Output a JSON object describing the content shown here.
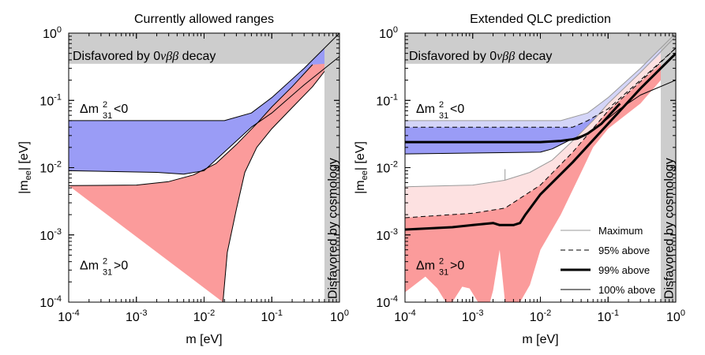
{
  "chart_data": [
    {
      "type": "area",
      "title": "Currently allowed ranges",
      "xlabel": "m [eV]",
      "ylabel_main": "|m",
      "ylabel_sub": "ee",
      "ylabel_tail": "| [eV]",
      "x_scale": "log",
      "y_scale": "log",
      "xlim": [
        0.0001,
        1
      ],
      "ylim": [
        0.0001,
        1
      ],
      "x_ticks": [
        {
          "value": 0.0001,
          "base": "10",
          "exp": "-4"
        },
        {
          "value": 0.001,
          "base": "10",
          "exp": "-3"
        },
        {
          "value": 0.01,
          "base": "10",
          "exp": "-2"
        },
        {
          "value": 0.1,
          "base": "10",
          "exp": "-1"
        },
        {
          "value": 1,
          "base": "10",
          "exp": "0"
        }
      ],
      "y_ticks": [
        {
          "value": 0.0001,
          "base": "10",
          "exp": "-4"
        },
        {
          "value": 0.001,
          "base": "10",
          "exp": "-3"
        },
        {
          "value": 0.01,
          "base": "10",
          "exp": "-2"
        },
        {
          "value": 0.1,
          "base": "10",
          "exp": "-1"
        },
        {
          "value": 1,
          "base": "10",
          "exp": "0"
        }
      ],
      "regions": [
        {
          "label": "inverted",
          "color": "#9a9cf6",
          "polygon": [
            [
              0.0001,
              0.05
            ],
            [
              0.02,
              0.05
            ],
            [
              0.05,
              0.065
            ],
            [
              0.1,
              0.11
            ],
            [
              0.3,
              0.3
            ],
            [
              0.6,
              0.6
            ],
            [
              0.6,
              0.35
            ],
            [
              0.3,
              0.17
            ],
            [
              0.1,
              0.065
            ],
            [
              0.05,
              0.04
            ],
            [
              0.01,
              0.009
            ],
            [
              0.005,
              0.008
            ],
            [
              0.002,
              0.0085
            ],
            [
              0.0001,
              0.009
            ]
          ]
        },
        {
          "label": "normal",
          "color": "#fb9b9b",
          "polygon": [
            [
              0.0001,
              0.0054
            ],
            [
              0.001,
              0.0055
            ],
            [
              0.003,
              0.0062
            ],
            [
              0.007,
              0.0078
            ],
            [
              0.015,
              0.0115
            ],
            [
              0.03,
              0.022
            ],
            [
              0.06,
              0.045
            ],
            [
              0.1,
              0.08
            ],
            [
              0.2,
              0.16
            ],
            [
              0.4,
              0.34
            ],
            [
              0.6,
              0.35
            ],
            [
              0.6,
              0.27
            ],
            [
              0.4,
              0.16
            ],
            [
              0.2,
              0.078
            ],
            [
              0.1,
              0.038
            ],
            [
              0.06,
              0.02
            ],
            [
              0.04,
              0.0085
            ],
            [
              0.03,
              0.0024
            ],
            [
              0.022,
              0.00055
            ],
            [
              0.019,
              0.0001
            ]
          ]
        }
      ],
      "curves": [
        {
          "points": [
            [
              0.0001,
              0.05
            ],
            [
              0.02,
              0.05
            ],
            [
              0.05,
              0.065
            ],
            [
              0.1,
              0.11
            ],
            [
              0.3,
              0.3
            ],
            [
              1,
              1
            ]
          ]
        },
        {
          "points": [
            [
              0.0001,
              0.009
            ],
            [
              0.002,
              0.0085
            ],
            [
              0.005,
              0.008
            ],
            [
              0.01,
              0.009
            ],
            [
              0.05,
              0.04
            ],
            [
              0.1,
              0.065
            ],
            [
              0.3,
              0.17
            ],
            [
              1,
              0.45
            ]
          ]
        },
        {
          "points": [
            [
              0.0001,
              0.0054
            ],
            [
              0.001,
              0.0055
            ],
            [
              0.003,
              0.0062
            ],
            [
              0.007,
              0.0078
            ],
            [
              0.015,
              0.0115
            ],
            [
              0.03,
              0.022
            ],
            [
              0.06,
              0.045
            ],
            [
              0.1,
              0.08
            ],
            [
              0.2,
              0.16
            ],
            [
              0.4,
              0.34
            ]
          ]
        },
        {
          "points": [
            [
              0.019,
              0.0001
            ],
            [
              0.022,
              0.00055
            ],
            [
              0.03,
              0.0024
            ],
            [
              0.04,
              0.0085
            ],
            [
              0.06,
              0.02
            ],
            [
              0.1,
              0.038
            ],
            [
              0.2,
              0.078
            ],
            [
              0.4,
              0.16
            ],
            [
              0.6,
              0.27
            ]
          ]
        }
      ],
      "disfavored_top": {
        "from_y": 0.35,
        "label_main": "Disfavored by 0",
        "label_greek": "νββ",
        "label_tail": " decay"
      },
      "disfavored_right": {
        "from_x": 0.6,
        "label": "Disfavored by cosmology"
      },
      "region_labels": [
        {
          "x": 0.00012,
          "y": 0.075,
          "main": "Δm",
          "sup": "2",
          "sub": "31",
          "rel": "<0"
        },
        {
          "x": 0.00012,
          "y": 0.00035,
          "main": "Δm",
          "sup": "2",
          "sub": "31",
          "rel": ">0"
        }
      ]
    },
    {
      "type": "area",
      "title": "Extended QLC prediction",
      "xlabel": "m [eV]",
      "ylabel_main": "|m",
      "ylabel_sub": "ee",
      "ylabel_tail": "| [eV]",
      "x_scale": "log",
      "y_scale": "log",
      "xlim": [
        0.0001,
        1
      ],
      "ylim": [
        0.0001,
        1
      ],
      "x_ticks": [
        {
          "value": 0.0001,
          "base": "10",
          "exp": "-4"
        },
        {
          "value": 0.001,
          "base": "10",
          "exp": "-3"
        },
        {
          "value": 0.01,
          "base": "10",
          "exp": "-2"
        },
        {
          "value": 0.1,
          "base": "10",
          "exp": "-1"
        },
        {
          "value": 1,
          "base": "10",
          "exp": "0"
        }
      ],
      "y_ticks": [
        {
          "value": 0.0001,
          "base": "10",
          "exp": "-4"
        },
        {
          "value": 0.001,
          "base": "10",
          "exp": "-3"
        },
        {
          "value": 0.01,
          "base": "10",
          "exp": "-2"
        },
        {
          "value": 0.1,
          "base": "10",
          "exp": "-1"
        },
        {
          "value": 1,
          "base": "10",
          "exp": "0"
        }
      ],
      "regions": [
        {
          "label": "inverted-light",
          "color": "#d4d5f8",
          "polygon": [
            [
              0.0001,
              0.05
            ],
            [
              0.02,
              0.05
            ],
            [
              0.05,
              0.065
            ],
            [
              0.1,
              0.11
            ],
            [
              0.3,
              0.3
            ],
            [
              0.6,
              0.6
            ],
            [
              0.6,
              0.4
            ],
            [
              0.3,
              0.2
            ],
            [
              0.1,
              0.075
            ],
            [
              0.05,
              0.05
            ],
            [
              0.03,
              0.04
            ],
            [
              0.0001,
              0.04
            ]
          ]
        },
        {
          "label": "inverted-dark",
          "color": "#9a9cf6",
          "polygon": [
            [
              0.0001,
              0.04
            ],
            [
              0.03,
              0.04
            ],
            [
              0.05,
              0.05
            ],
            [
              0.08,
              0.065
            ],
            [
              0.08,
              0.045
            ],
            [
              0.05,
              0.032
            ],
            [
              0.03,
              0.027
            ],
            [
              0.02,
              0.022
            ],
            [
              0.015,
              0.019
            ],
            [
              0.01,
              0.017
            ],
            [
              0.0001,
              0.016
            ]
          ]
        },
        {
          "label": "normal-light",
          "color": "#fde1e1",
          "polygon": [
            [
              0.0001,
              0.0052
            ],
            [
              0.001,
              0.0055
            ],
            [
              0.003,
              0.0065
            ],
            [
              0.007,
              0.0085
            ],
            [
              0.015,
              0.013
            ],
            [
              0.03,
              0.025
            ],
            [
              0.06,
              0.05
            ],
            [
              0.1,
              0.09
            ],
            [
              0.3,
              0.26
            ],
            [
              0.6,
              0.5
            ],
            [
              0.6,
              0.35
            ],
            [
              0.3,
              0.19
            ],
            [
              0.1,
              0.07
            ],
            [
              0.03,
              0.017
            ],
            [
              0.01,
              0.0055
            ],
            [
              0.003,
              0.0025
            ],
            [
              0.001,
              0.0021
            ],
            [
              0.0001,
              0.0018
            ]
          ]
        },
        {
          "label": "normal-dark",
          "color": "#fb9b9b",
          "polygon": [
            [
              0.0001,
              0.0018
            ],
            [
              0.001,
              0.0021
            ],
            [
              0.003,
              0.0025
            ],
            [
              0.01,
              0.0055
            ],
            [
              0.03,
              0.017
            ],
            [
              0.1,
              0.07
            ],
            [
              0.3,
              0.19
            ],
            [
              0.6,
              0.35
            ],
            [
              0.6,
              0.2
            ],
            [
              0.3,
              0.09
            ],
            [
              0.1,
              0.038
            ],
            [
              0.06,
              0.02
            ],
            [
              0.04,
              0.0085
            ],
            [
              0.02,
              0.002
            ],
            [
              0.01,
              0.0006
            ],
            [
              0.007,
              0.00018
            ],
            [
              0.005,
              0.0001
            ],
            [
              0.003,
              0.0001
            ],
            [
              0.0025,
              0.0006
            ],
            [
              0.002,
              0.00015
            ],
            [
              0.0018,
              0.0001
            ],
            [
              0.0012,
              0.0001
            ],
            [
              0.0009,
              0.00016
            ],
            [
              0.0007,
              0.00017
            ],
            [
              0.0005,
              0.0001
            ],
            [
              0.0004,
              0.0001
            ],
            [
              0.0003,
              0.00016
            ],
            [
              0.0002,
              0.00024
            ],
            [
              0.0001,
              0.00014
            ]
          ]
        }
      ],
      "curves": [
        {
          "style": "maximum",
          "points": [
            [
              0.0001,
              0.0052
            ],
            [
              0.001,
              0.0055
            ],
            [
              0.003,
              0.0065
            ],
            [
              0.007,
              0.0085
            ],
            [
              0.015,
              0.013
            ],
            [
              0.03,
              0.025
            ],
            [
              0.06,
              0.05
            ],
            [
              0.1,
              0.09
            ],
            [
              0.3,
              0.26
            ],
            [
              1,
              0.9
            ]
          ]
        },
        {
          "style": "maximum",
          "points": [
            [
              0.003,
              0.0065
            ],
            [
              0.003,
              0.0095
            ]
          ]
        },
        {
          "style": "maximum",
          "points": [
            [
              0.0001,
              0.05
            ],
            [
              0.02,
              0.05
            ],
            [
              0.05,
              0.065
            ],
            [
              0.1,
              0.11
            ],
            [
              0.3,
              0.3
            ],
            [
              1,
              1
            ]
          ]
        },
        {
          "style": "95",
          "points": [
            [
              0.0001,
              0.04
            ],
            [
              0.03,
              0.04
            ],
            [
              0.05,
              0.05
            ],
            [
              0.1,
              0.075
            ],
            [
              0.3,
              0.2
            ],
            [
              1,
              0.6
            ]
          ]
        },
        {
          "style": "95",
          "points": [
            [
              0.0001,
              0.0018
            ],
            [
              0.001,
              0.0021
            ],
            [
              0.003,
              0.0025
            ],
            [
              0.01,
              0.0055
            ],
            [
              0.03,
              0.017
            ],
            [
              0.1,
              0.07
            ],
            [
              0.3,
              0.19
            ],
            [
              1,
              0.6
            ]
          ]
        },
        {
          "style": "99",
          "points": [
            [
              0.0001,
              0.024
            ],
            [
              0.01,
              0.024
            ],
            [
              0.02,
              0.025
            ],
            [
              0.035,
              0.027
            ],
            [
              0.05,
              0.032
            ],
            [
              0.08,
              0.045
            ],
            [
              0.15,
              0.09
            ]
          ]
        },
        {
          "style": "99",
          "points": [
            [
              0.0001,
              0.0012
            ],
            [
              0.0005,
              0.0013
            ],
            [
              0.001,
              0.0014
            ],
            [
              0.002,
              0.0015
            ],
            [
              0.0025,
              0.0014
            ],
            [
              0.003,
              0.0014
            ],
            [
              0.004,
              0.0014
            ],
            [
              0.005,
              0.0015
            ],
            [
              0.006,
              0.002
            ],
            [
              0.01,
              0.004
            ],
            [
              0.03,
              0.012
            ],
            [
              0.1,
              0.045
            ],
            [
              0.3,
              0.15
            ],
            [
              1,
              0.5
            ]
          ]
        },
        {
          "style": "100",
          "points": [
            [
              0.0001,
              0.016
            ],
            [
              0.01,
              0.017
            ],
            [
              0.015,
              0.019
            ],
            [
              0.02,
              0.022
            ],
            [
              0.03,
              0.027
            ],
            [
              0.05,
              0.032
            ],
            [
              0.08,
              0.045
            ],
            [
              0.15,
              0.075
            ],
            [
              0.3,
              0.12
            ],
            [
              1,
              0.2
            ]
          ]
        }
      ],
      "disfavored_top": {
        "from_y": 0.35,
        "label_main": "Disfavored by 0",
        "label_greek": "νββ",
        "label_tail": " decay"
      },
      "disfavored_right": {
        "from_x": 0.6,
        "label": "Disfavored by cosmology"
      },
      "region_labels": [
        {
          "x": 0.00012,
          "y": 0.075,
          "main": "Δm",
          "sup": "2",
          "sub": "31",
          "rel": "<0"
        },
        {
          "x": 0.00012,
          "y": 0.00035,
          "main": "Δm",
          "sup": "2",
          "sub": "31",
          "rel": ">0"
        }
      ],
      "legend": {
        "placement": "bottom-right",
        "entries": [
          {
            "label": "Maximum",
            "style": "maximum"
          },
          {
            "label": "95% above",
            "style": "95"
          },
          {
            "label": "99% above",
            "style": "99"
          },
          {
            "label": "100% above",
            "style": "100"
          }
        ]
      },
      "colors": {
        "inverted": "#9a9cf6",
        "normal": "#fb9b9b",
        "disfavored": "#cdcdcd"
      }
    }
  ]
}
